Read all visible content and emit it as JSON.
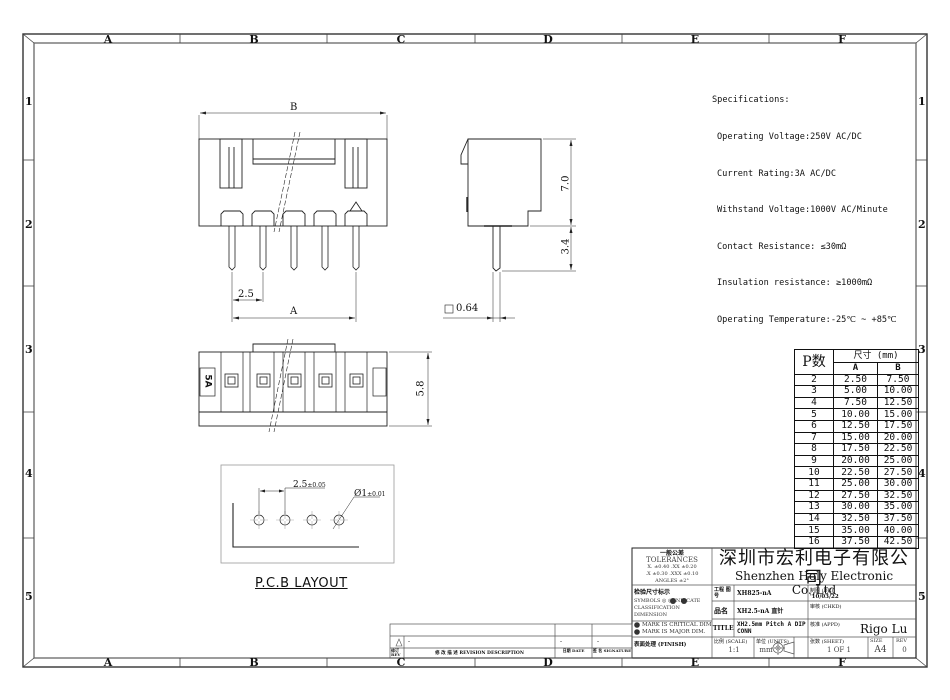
{
  "frame": {
    "column_zones": [
      "A",
      "B",
      "C",
      "D",
      "E",
      "F"
    ],
    "row_zones": [
      "1",
      "2",
      "3",
      "4",
      "5"
    ]
  },
  "specifications": {
    "title": "Specifications:",
    "lines": [
      "Operating Voltage:250V AC/DC",
      "Current Rating:3A AC/DC",
      "Withstand Voltage:1000V AC/Minute",
      "Contact Resistance: ≤30mΩ",
      "Insulation resistance: ≥1000mΩ",
      "Operating Temperature:-25℃ ~ +85℃"
    ]
  },
  "front_view": {
    "dim_overall": "B",
    "dim_pitch": "2.5",
    "dim_span": "A"
  },
  "side_view": {
    "dim_body_height": "7.0",
    "dim_pin_length": "3.4",
    "dim_pin_size": "0.64"
  },
  "top_view": {
    "marking": "5A",
    "dim_depth": "5.8"
  },
  "pcb_layout": {
    "label": "P.C.B LAYOUT",
    "pitch_value": "2.5",
    "pitch_tolerance": "±0.05",
    "hole_value": "Ø1",
    "hole_tolerance": "±0.01",
    "hole_count": 4
  },
  "dimension_table": {
    "header_pins": "P数",
    "header_dims": "尺寸 (mm)",
    "col_a": "A",
    "col_b": "B",
    "rows": [
      {
        "p": "2",
        "a": "2.50",
        "b": "7.50"
      },
      {
        "p": "3",
        "a": "5.00",
        "b": "10.00"
      },
      {
        "p": "4",
        "a": "7.50",
        "b": "12.50"
      },
      {
        "p": "5",
        "a": "10.00",
        "b": "15.00"
      },
      {
        "p": "6",
        "a": "12.50",
        "b": "17.50"
      },
      {
        "p": "7",
        "a": "15.00",
        "b": "20.00"
      },
      {
        "p": "8",
        "a": "17.50",
        "b": "22.50"
      },
      {
        "p": "9",
        "a": "20.00",
        "b": "25.00"
      },
      {
        "p": "10",
        "a": "22.50",
        "b": "27.50"
      },
      {
        "p": "11",
        "a": "25.00",
        "b": "30.00"
      },
      {
        "p": "12",
        "a": "27.50",
        "b": "32.50"
      },
      {
        "p": "13",
        "a": "30.00",
        "b": "35.00"
      },
      {
        "p": "14",
        "a": "32.50",
        "b": "37.50"
      },
      {
        "p": "15",
        "a": "35.00",
        "b": "40.00"
      },
      {
        "p": "16",
        "a": "37.50",
        "b": "42.50"
      }
    ]
  },
  "title_block": {
    "tolerances_cn": "一般公差",
    "tolerances": "TOLERANCES",
    "tol_x": "X. ±0.40",
    "tol_xx": ".XX ±0.20",
    "tol_dx": ".X ±0.30",
    "tol_xxx": ".XXX ±0.10",
    "tol_angles": "ANGLES ±2°",
    "inspect_cn": "检验尺寸标示",
    "symbols_line1": "SYMBOLS ◎ ◎ INDICATE",
    "symbols_line2": "CLASSIFICATION DIMENSION",
    "mark_critical": "MARK IS CRITICAL DIM.",
    "mark_major": "MARK IS MAJOR DIM.",
    "finish_label": "表面处理 (FINISH)",
    "company_cn": "深圳市宏利电子有限公司",
    "company_en": "Shenzhen Holy Electronic Co.,Ltd",
    "part_no_label": "工程 图号",
    "part_no": "XH825-nA",
    "name_label": "品名",
    "name_value": "XH2.5-nA 直针",
    "title_label": "TITLE",
    "title_value": "XH2.5mm Pitch A DIP CONN",
    "drawn_label": "制图 (DR)",
    "drawn_date": "'10/03/22",
    "checked_label": "审核 (CHKD)",
    "approved_label": "核准 (APPD)",
    "approved_by": "Rigo Lu",
    "scale_label": "比例 (SCALE)",
    "scale_value": "1:1",
    "units_label": "单位 (UNITS)",
    "units_value": "mm",
    "sheet_label": "张数 (SHEET)",
    "sheet_value": "1 OF 1",
    "size_label": "SIZE",
    "size_value": "A4",
    "rev_label": "REV",
    "rev_value": "0"
  },
  "revision_block": {
    "rev_mark": "-",
    "desc_mark": "-",
    "date_mark": "-",
    "sig_mark": "-",
    "rev_header": "修订 REV",
    "desc_header": "修 改 描 述 REVISION DESCRIPTION",
    "date_header": "日期 DATE",
    "sig_header": "签 名 SIGNATURE"
  }
}
